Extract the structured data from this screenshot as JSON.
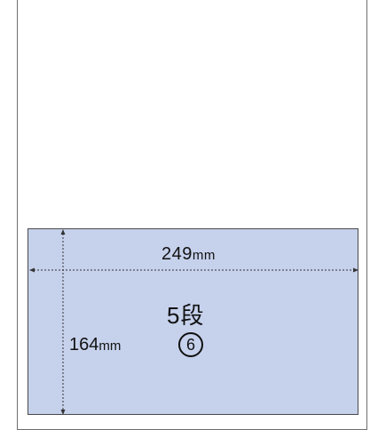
{
  "diagram": {
    "width_label": {
      "value": "249",
      "unit": "mm"
    },
    "height_label": {
      "value": "164",
      "unit": "mm"
    },
    "section_title": "5段",
    "section_number": "6",
    "colors": {
      "region_fill": "#c6d1ec",
      "line": "#333333",
      "sheet_border": "#6e6e6e"
    }
  }
}
